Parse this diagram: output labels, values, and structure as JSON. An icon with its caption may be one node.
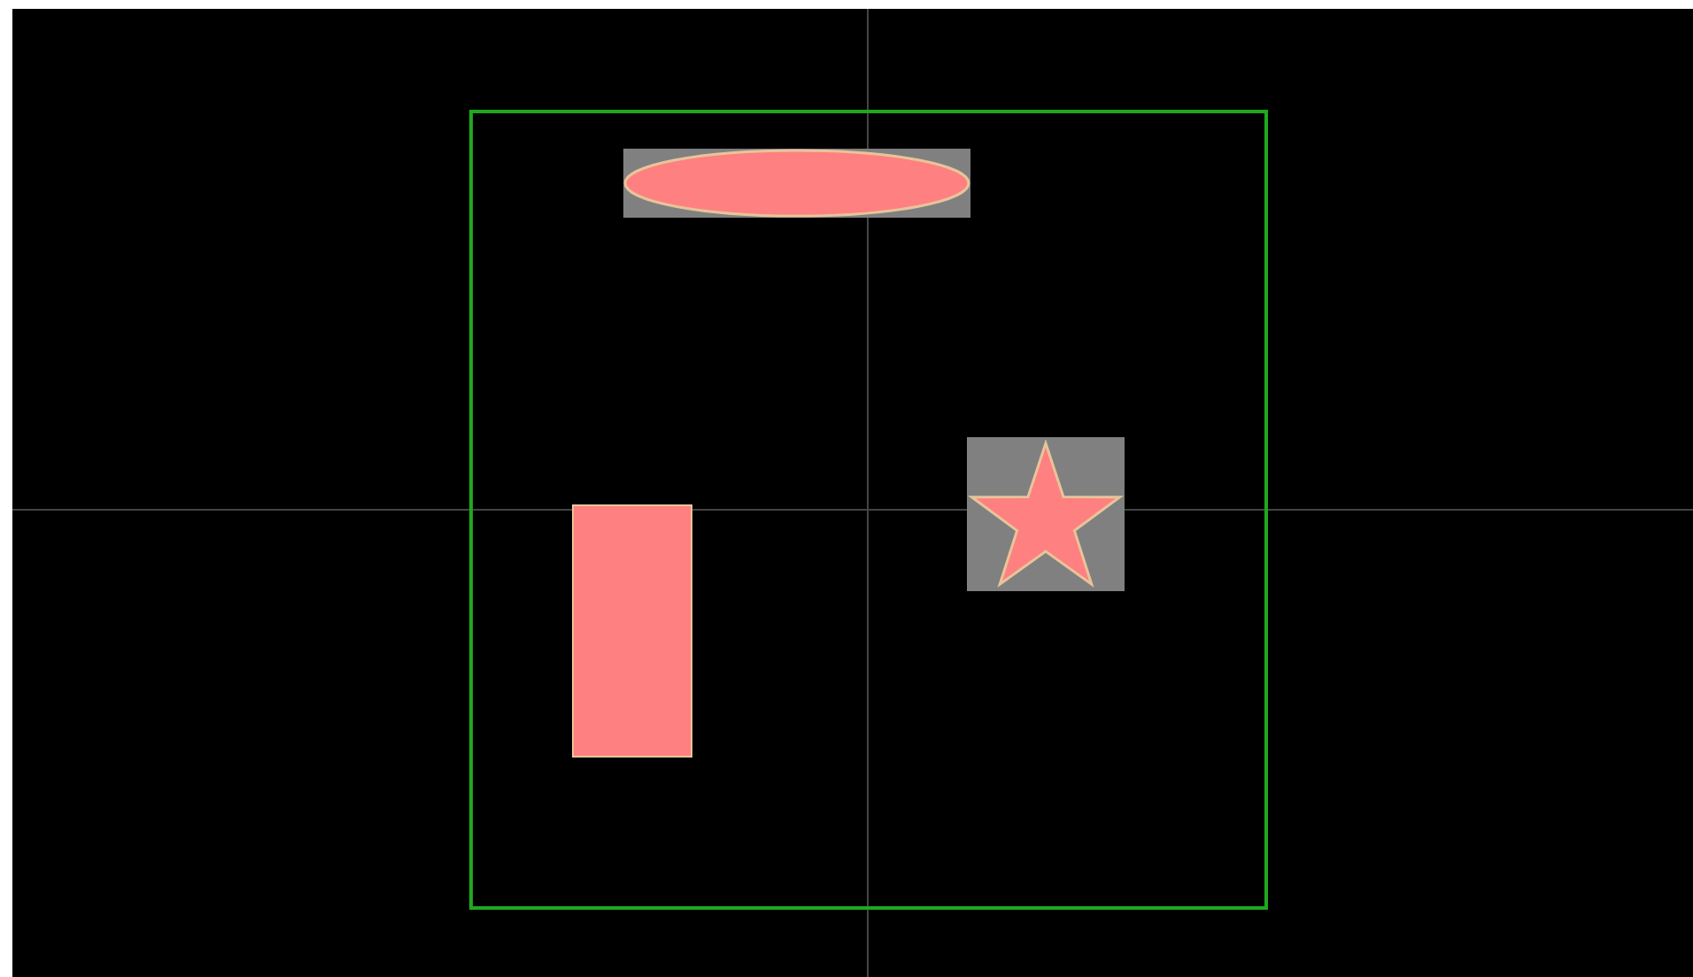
{
  "diagram": {
    "nodes": [
      {
        "text": [],
        "shape": "box"
      },
      {
        "text": [],
        "shape": "box",
        "in": 0
      },
      {
        "text": [],
        "shape": "ellipse",
        "in": 1
      },
      {
        "text": [],
        "shape": "box",
        "in": 0
      },
      {
        "text": [],
        "shape": "star",
        "in": 3
      },
      {
        "text": [],
        "shape": "bar",
        "in": 0
      }
    ]
  }
}
